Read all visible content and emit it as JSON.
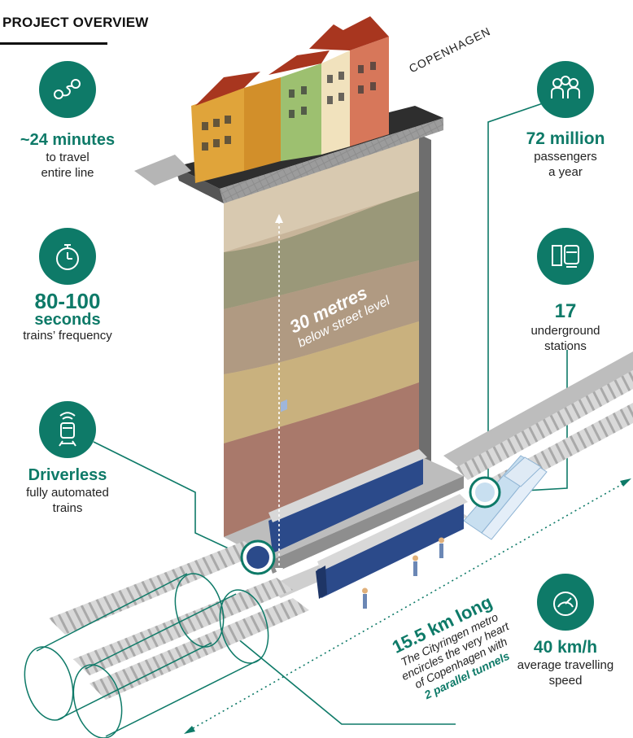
{
  "header": {
    "title": "PROJECT OVERVIEW"
  },
  "city_label": "COPENHAGEN",
  "depth": {
    "value": "30 metres",
    "caption": "below street level"
  },
  "stats": {
    "travel_time": {
      "big": "~24 minutes",
      "line1": "to travel",
      "line2": "entire line",
      "icon": "route-icon"
    },
    "frequency": {
      "big1": "80-100",
      "big2": "seconds",
      "line1": "trains’ frequency",
      "icon": "stopwatch-icon"
    },
    "driverless": {
      "big": "Driverless",
      "line1": "fully automated",
      "line2": "trains",
      "icon": "driverless-train-icon"
    },
    "passengers": {
      "big": "72 million",
      "line1": "passengers",
      "line2": "a year",
      "icon": "passengers-icon"
    },
    "stations": {
      "big": "17",
      "line1": "underground",
      "line2": "stations",
      "icon": "station-icon"
    },
    "speed": {
      "big": "40 km/h",
      "line1": "average travelling",
      "line2": "speed",
      "icon": "speedometer-icon"
    }
  },
  "line_length": {
    "big": "15.5 km long",
    "line1": "The Cityringen metro",
    "line2": "encircles the very heart",
    "line3": "of Copenhagen with",
    "line4": "2 parallel tunnels"
  },
  "colors": {
    "accent": "#0e7a68",
    "train": "#2b4a8a",
    "roof": "#a8361f"
  }
}
